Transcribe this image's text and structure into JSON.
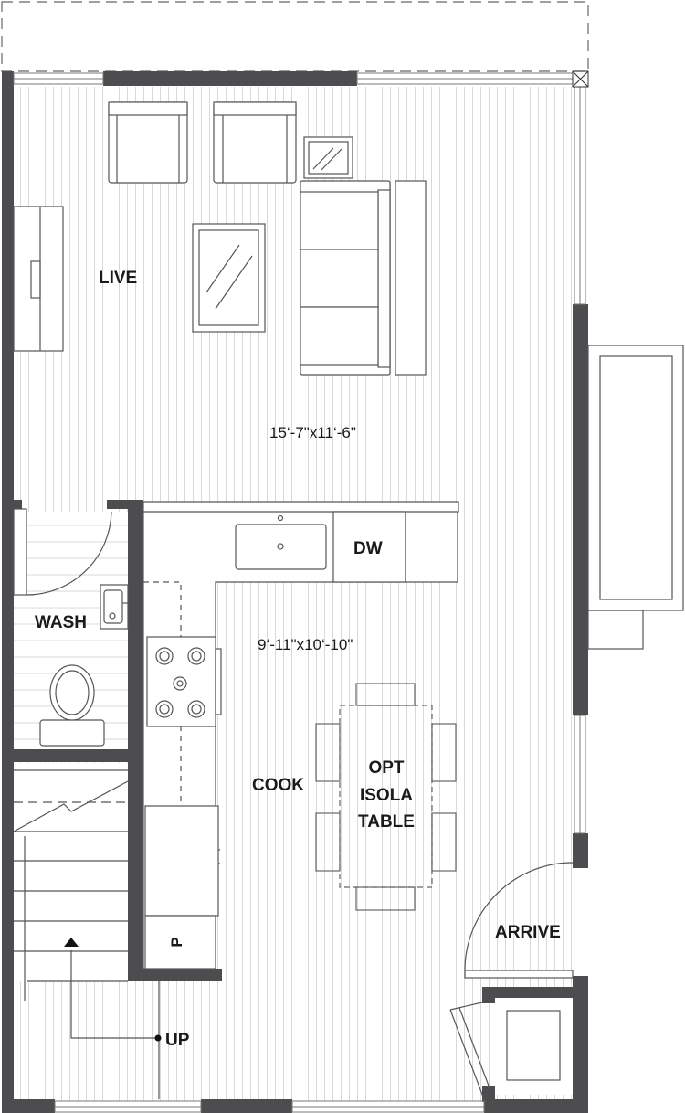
{
  "rooms": {
    "live": "LIVE",
    "live_dim": "15‘-7\"x11‘-6\"",
    "wash": "WASH",
    "kitchen_dim": "9‘-11\"x10‘-10\"",
    "cook": "COOK",
    "table_line1": "OPT",
    "table_line2": "ISOLA",
    "table_line3": "TABLE",
    "dw": "DW",
    "pantry": "P",
    "arrive": "ARRIVE",
    "up": "UP"
  },
  "colors": {
    "wall": "#4d4d4f",
    "line": "#5a5a5a",
    "floor_lines": "#d4d4d4"
  }
}
